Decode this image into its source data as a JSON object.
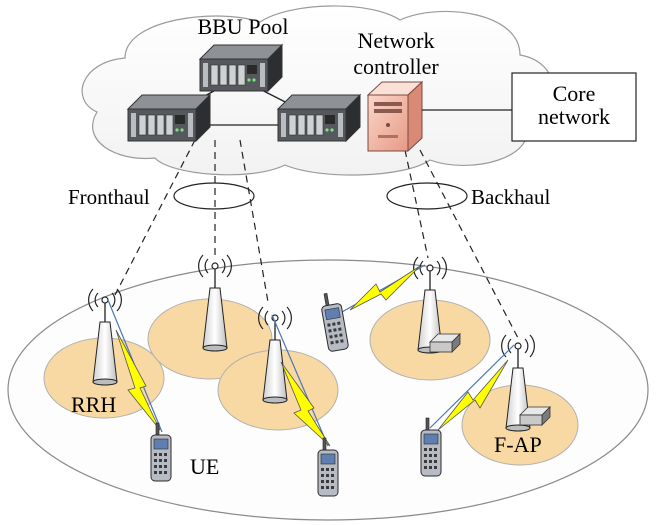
{
  "labels": {
    "bbu_pool": "BBU Pool",
    "network_controller_line1": "Network",
    "network_controller_line2": "controller",
    "core_network_line1": "Core",
    "core_network_line2": "network",
    "fronthaul": "Fronthaul",
    "backhaul": "Backhaul",
    "rrh": "RRH",
    "ue": "UE",
    "fap": "F-AP"
  },
  "icons": {
    "server": "rack-server-icon",
    "controller": "tower-server-icon",
    "antenna": "antenna-tower-icon",
    "phone": "mobile-phone-icon",
    "cache": "storage-device-icon",
    "wireless_link": "lightning-bolt-icon"
  },
  "colors": {
    "cell_fill": "#f8d9a4",
    "server_body": "#4a4d52",
    "controller_body": "#f4b7a4",
    "wireless_link": "#ffff00",
    "phone_screen": "#5f7fb0"
  }
}
